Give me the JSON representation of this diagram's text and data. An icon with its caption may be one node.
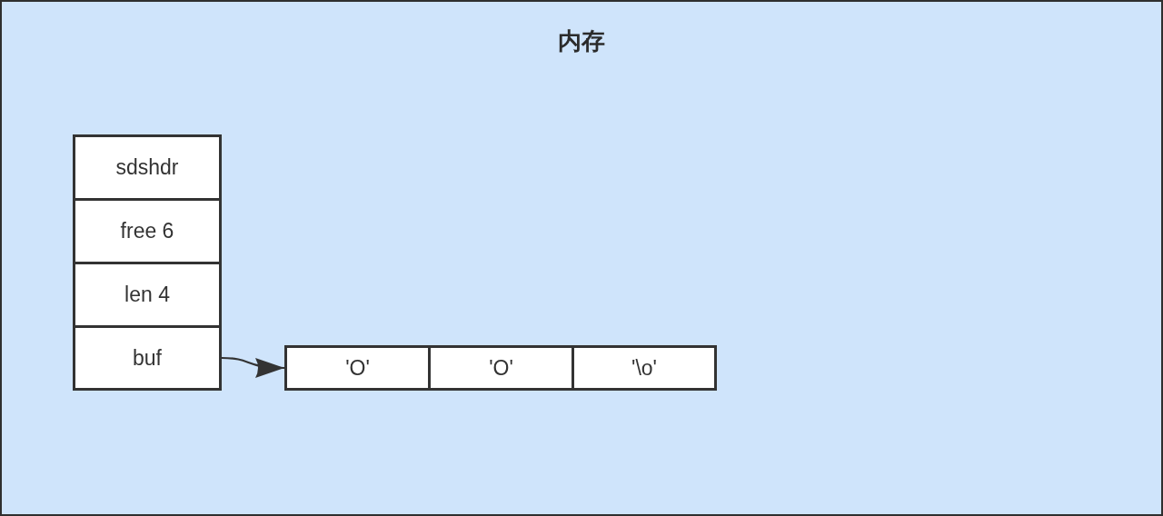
{
  "diagram": {
    "nodes": [
      {
        "text": [
          "内存"
        ]
      },
      {
        "text": [
          "sdshdr"
        ],
        "in": 0
      },
      {
        "text": [
          "free 6"
        ],
        "in": 0
      },
      {
        "text": [
          "len 4"
        ],
        "in": 0
      },
      {
        "text": [
          "buf"
        ],
        "in": 0
      },
      {
        "text": [
          "'O'"
        ],
        "in": 0
      },
      {
        "text": [
          "'O'"
        ],
        "in": 0
      },
      {
        "text": [
          "'\\o'"
        ],
        "in": 0
      }
    ],
    "edges": [
      {
        "from": 4,
        "to": 5,
        "arrow": "to"
      }
    ]
  }
}
